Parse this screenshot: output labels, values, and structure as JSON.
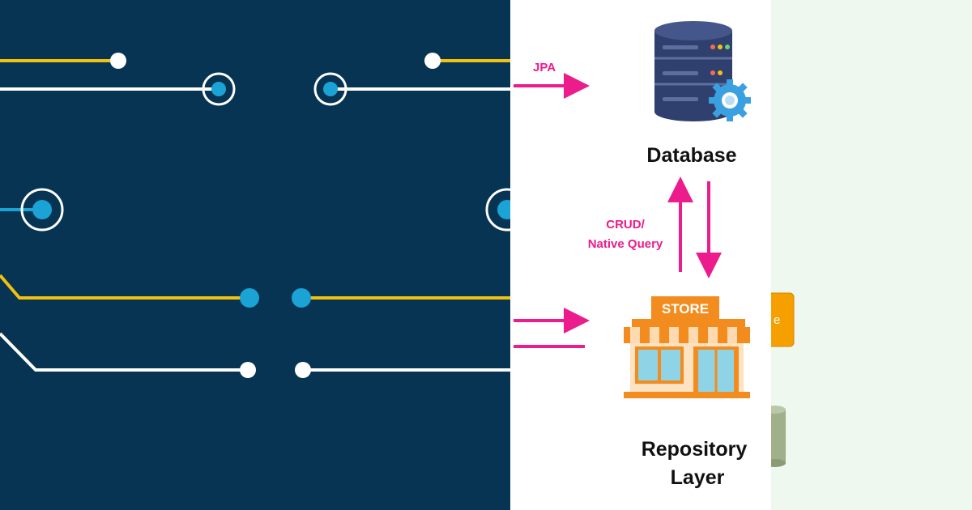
{
  "labels": {
    "jpa": "JPA",
    "database": "Database",
    "crud_line1": "CRUD/",
    "crud_line2": "Native Query",
    "store_sign": "STORE",
    "repository_line1": "Repository",
    "repository_line2": "Layer",
    "cropped_box_text": "e"
  },
  "colors": {
    "circuit_bg": "#063452",
    "trace_yellow": "#f2c10f",
    "trace_white": "#ffffff",
    "node_blue": "#1aa3d4",
    "arrow_pink": "#ec1c8c",
    "db_body": "#2f3f6e",
    "gear_blue": "#3aa0e0",
    "store_orange": "#f28c1e",
    "green_bg": "#eef8ee",
    "box_orange": "#f5a000",
    "cylinder_green": "#9fb08a"
  },
  "icons": [
    "database-icon",
    "gear-icon",
    "store-icon",
    "cylinder-icon"
  ]
}
